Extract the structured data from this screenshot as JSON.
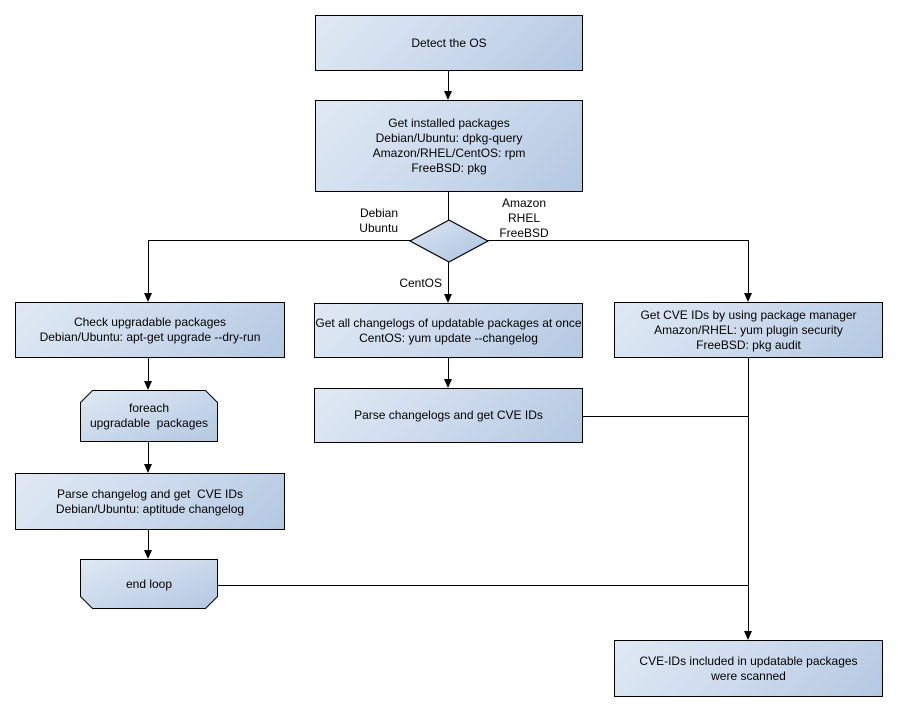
{
  "diagram": {
    "title": "OS package CVE scan flowchart",
    "colors": {
      "background": "#ffffff",
      "node_fill_light": "#e0e9f4",
      "node_fill_dark": "#b4c8e2",
      "node_border": "#000000",
      "line": "#000000",
      "text": "#000000"
    }
  },
  "nodes": {
    "detect_os": {
      "lines": [
        "Detect the OS"
      ]
    },
    "get_installed_packages": {
      "lines": [
        "Get installed packages",
        "Debian/Ubuntu: dpkg-query",
        "Amazon/RHEL/CentOS: rpm",
        "FreeBSD: pkg"
      ]
    },
    "os_decision": {
      "shape": "diamond",
      "lines": []
    },
    "check_upgradable_packages": {
      "lines": [
        "Check upgradable packages",
        "Debian/Ubuntu: apt-get upgrade --dry-run"
      ]
    },
    "foreach_loop_start": {
      "lines": [
        "foreach",
        "upgradable  packages"
      ]
    },
    "parse_changelog": {
      "lines": [
        "Parse changelog and get  CVE IDs",
        "Debian/Ubuntu: aptitude changelog"
      ]
    },
    "end_loop": {
      "lines": [
        "end loop"
      ]
    },
    "get_all_changelogs": {
      "lines": [
        "Get all changelogs of updatable packages at once",
        "CentOS: yum update --changelog"
      ]
    },
    "parse_changelogs": {
      "lines": [
        "Parse changelogs and get CVE IDs"
      ]
    },
    "get_cve_ids_by_pkg_manager": {
      "lines": [
        "Get CVE IDs by using package manager",
        "Amazon/RHEL: yum plugin security",
        "FreeBSD: pkg audit"
      ]
    },
    "scan_result": {
      "lines": [
        "CVE-IDs included in updatable packages",
        "were scanned"
      ]
    }
  },
  "edge_labels": {
    "debian_ubuntu": {
      "lines": [
        "Debian",
        "Ubuntu"
      ]
    },
    "amazon_rhel_freebsd": {
      "lines": [
        "Amazon",
        "RHEL",
        "FreeBSD"
      ]
    },
    "centos": {
      "lines": [
        "CentOS"
      ]
    }
  }
}
